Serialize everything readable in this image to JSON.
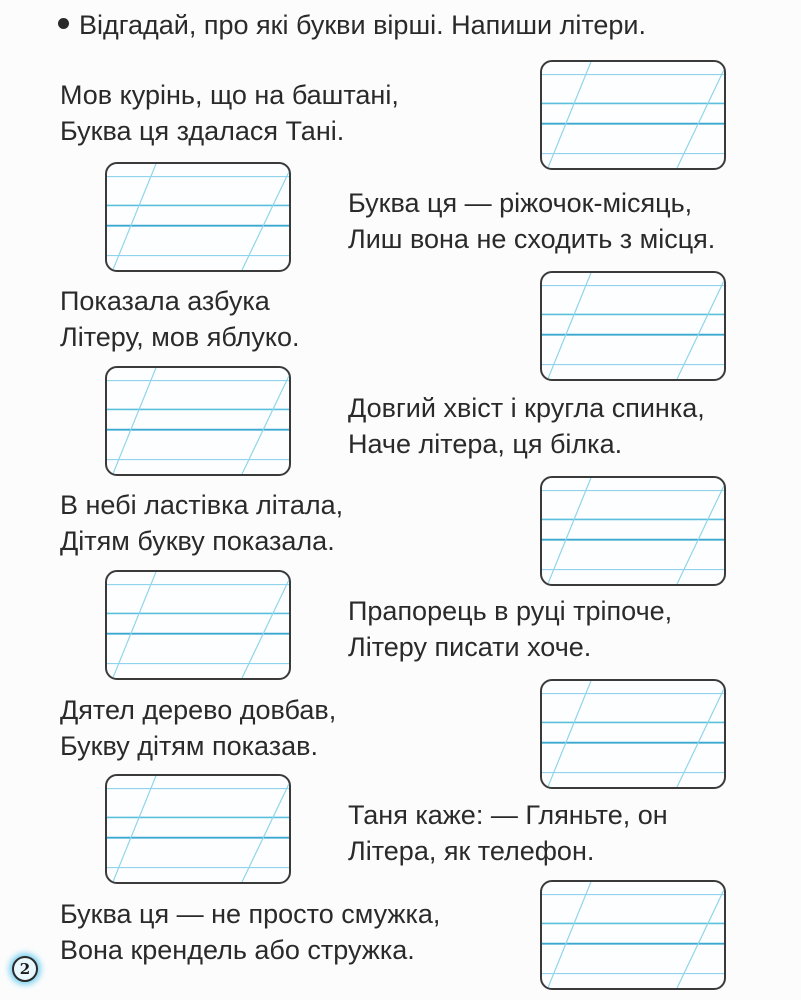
{
  "instruction": {
    "bullet_icon": "bullet-dot",
    "text": "Відгадай, про які букви вірші. Напиши літери."
  },
  "riddles": [
    {
      "line1": "Мов курінь, що на баштані,",
      "line2": "Буква ця здалася Тані."
    },
    {
      "line1": "Буква ця — ріжочок-місяць,",
      "line2": "Лиш вона не сходить з місця."
    },
    {
      "line1": "Показала азбука",
      "line2": "Літеру, мов яблуко."
    },
    {
      "line1": "Довгий хвіст і кругла спинка,",
      "line2": "Наче літера, ця білка."
    },
    {
      "line1": "В небі ластівка літала,",
      "line2": "Дітям букву показала."
    },
    {
      "line1": "Прапорець в руці тріпоче,",
      "line2": "Літеру писати хоче."
    },
    {
      "line1": "Дятел дерево довбав,",
      "line2": "Букву дітям показав."
    },
    {
      "line1": "Таня каже: — Гляньте, он",
      "line2": "Літера, як телефон."
    },
    {
      "line1": "Буква ця — не просто смужка,",
      "line2": "Вона крендель або стружка."
    }
  ],
  "page_number": "2",
  "colors": {
    "text": "#2a2a2a",
    "box_border": "#3a3a3a",
    "guide_line": "#5bc0de",
    "guide_line_strong": "#3aa9cf",
    "badge_glow": "#7fd3f0"
  }
}
